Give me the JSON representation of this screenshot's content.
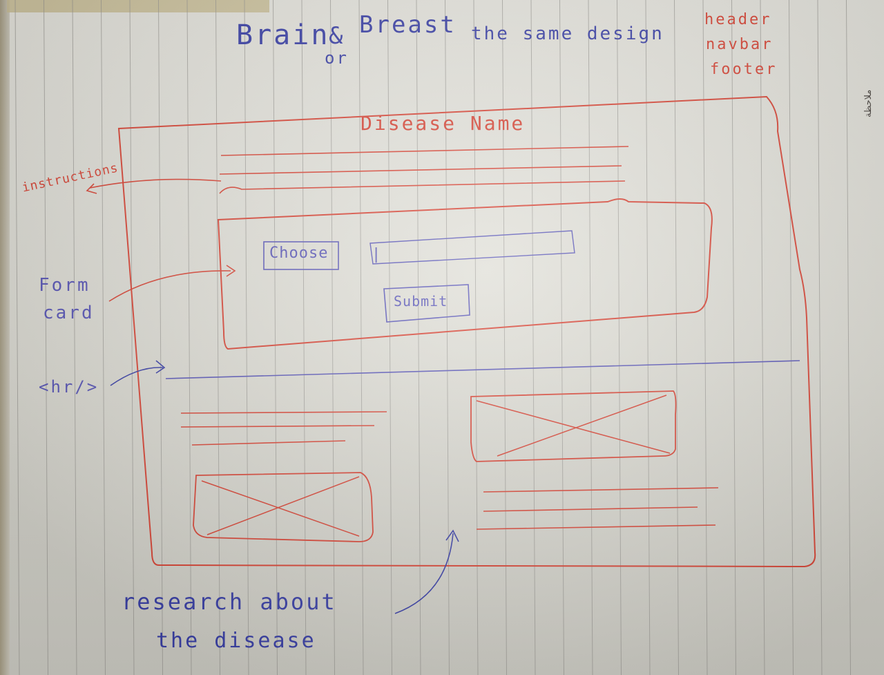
{
  "top_note": {
    "brain": "Brain",
    "ampersand": "&",
    "or": "or",
    "breast": "Breast",
    "same_design": "the same design"
  },
  "layout_note": {
    "header": "header",
    "navbar": "navbar",
    "footer": "footer"
  },
  "wireframe": {
    "disease_name": "Disease Name",
    "choose_button": "Choose",
    "input_cursor": "|",
    "submit_button": "Submit"
  },
  "annotations": {
    "instructions": "instructions",
    "form": "Form",
    "card": "card",
    "hr": "<hr/>",
    "research_line1": "research about",
    "research_line2": "the disease"
  },
  "margin_text": "ملاحظة",
  "colors": {
    "blue_ink": "#3b41a8",
    "red_ink": "#d94536",
    "paper": "#e2e1da",
    "rule_lines": "#9a9893"
  }
}
